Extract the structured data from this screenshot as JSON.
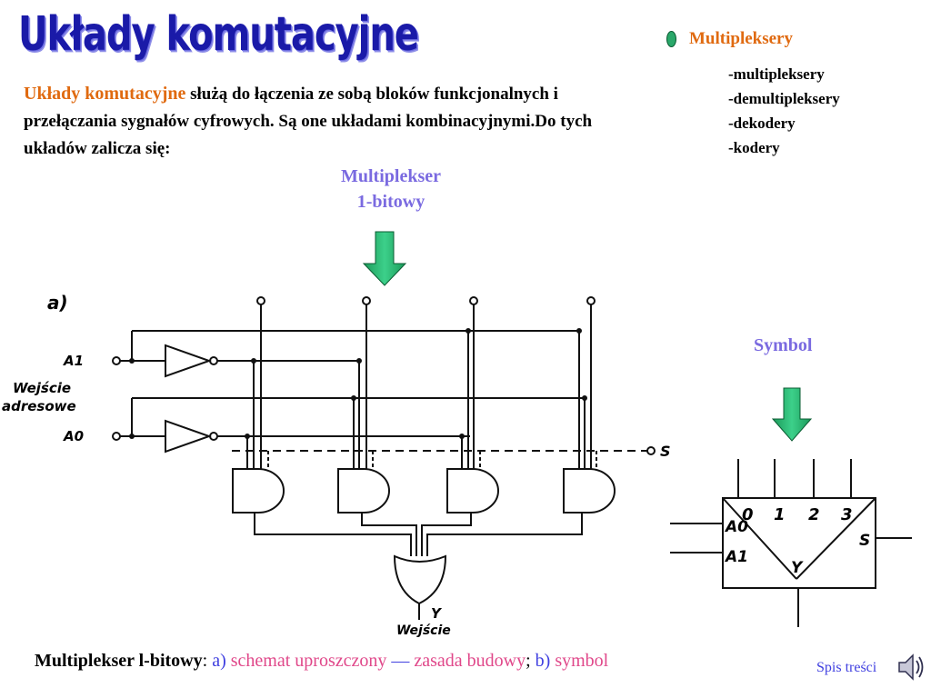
{
  "title": "Układy komutacyjne",
  "bullet": {
    "label": "Multipleksery"
  },
  "sublist": [
    "-multipleksery",
    "-demultipleksery",
    "-dekodery",
    "-kodery"
  ],
  "intro": {
    "highlight": "Układy komutacyjne",
    "text": " służą do łączenia ze sobą bloków funkcjonalnych i przełączania sygnałów cyfrowych. Są one układami kombinacyjnymi.Do tych układów zalicza się:"
  },
  "mux_label": {
    "line1": "Multiplekser",
    "line2": "1-bitowy"
  },
  "symbol_label": "Symbol",
  "schematic": {
    "panel_label": "a)",
    "input_a1": "A1",
    "input_a0": "A0",
    "address_label_line1": "Wejście",
    "address_label_line2": "adresowe",
    "strobe_label": "S",
    "output_label": "Y",
    "output_caption": "Wejście"
  },
  "symbol_block": {
    "inputs": [
      "0",
      "1",
      "2",
      "3"
    ],
    "a0": "A0",
    "a1": "A1",
    "s": "S",
    "y": "Y"
  },
  "caption": {
    "bold": "Multiplekser l-bitowy",
    "sep1": ": ",
    "a": "a)",
    "part1": " schemat uproszczony",
    "dash": " — ",
    "part2": "zasada budowy",
    "sep2": "; ",
    "b": "b)",
    "part3": " symbol"
  },
  "toc_link": "Spis treści",
  "colors": {
    "accent_orange": "#e06a10",
    "title_blue": "#1a1aa8",
    "arrow_green": "#22b06a",
    "label_violet": "#7a6ae0"
  }
}
